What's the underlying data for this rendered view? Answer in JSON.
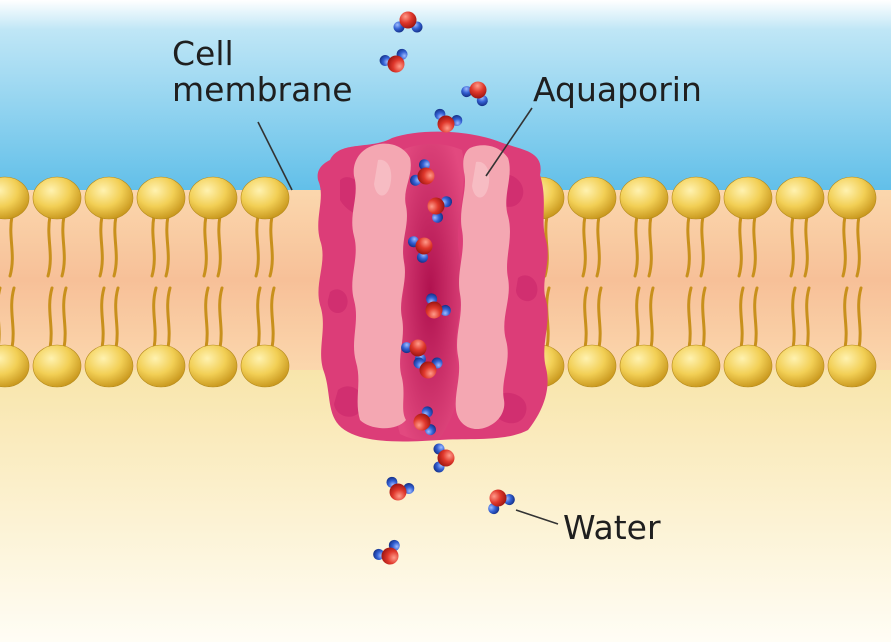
{
  "labels": {
    "cell_membrane_line1": "Cell",
    "cell_membrane_line2": "membrane",
    "aquaporin": "Aquaporin",
    "water": "Water"
  },
  "colors": {
    "sky_top": "#bfe6f6",
    "sky": "#5cbde8",
    "membrane_band": "#f9c8a0",
    "lipid_head": "#efc84a",
    "lipid_head_light": "#fbe690",
    "lipid_tail": "#c8901c",
    "cytoplasm_top": "#f8e4a8",
    "cytoplasm_bottom": "#fffdf5",
    "protein_dark": "#c2185b",
    "protein_mid": "#dc3d78",
    "protein_pink": "#f4a7b2",
    "oxygen": "#d8322a",
    "hydrogen": "#2f58c9",
    "leader_line": "#333333"
  },
  "icons": {
    "molecule": "water-molecule-icon",
    "lipid": "phospholipid-icon",
    "channel": "aquaporin-protein-icon"
  }
}
